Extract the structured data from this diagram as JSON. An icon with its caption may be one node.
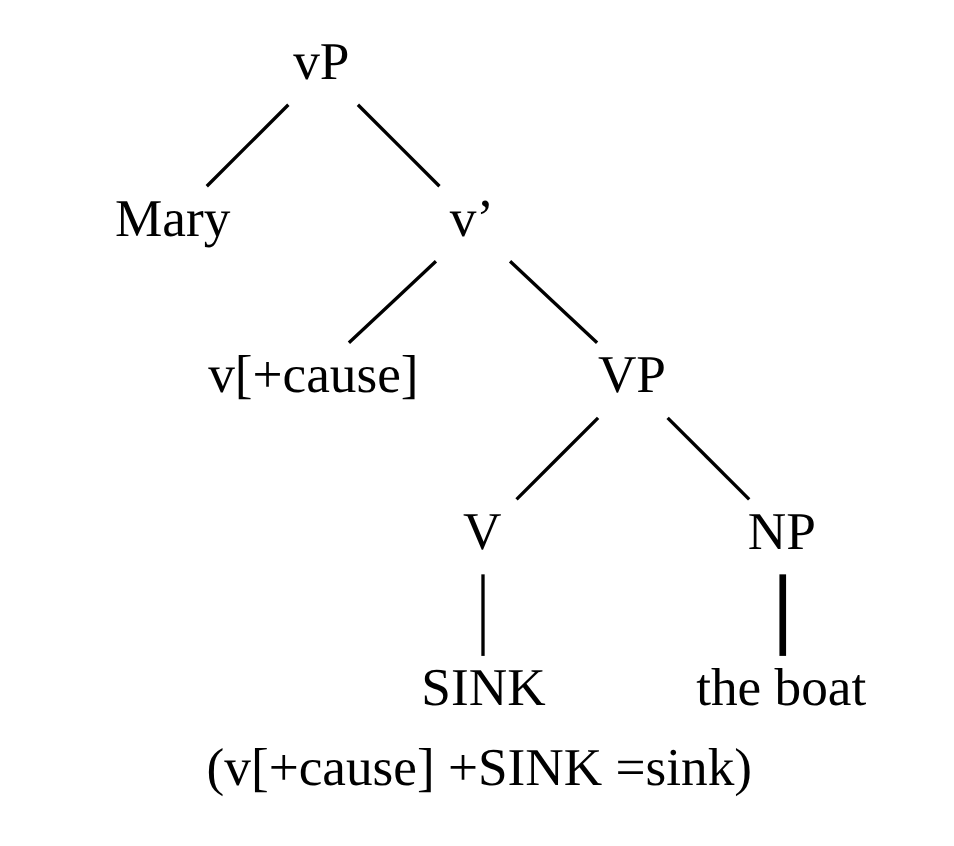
{
  "diagram": {
    "caption": "(v[+cause] +SINK =sink)",
    "nodes": [
      {
        "text": [
          "vP"
        ]
      },
      {
        "text": [
          "Mary"
        ]
      },
      {
        "text": [
          "v’"
        ]
      },
      {
        "text": [
          "v[+cause]"
        ]
      },
      {
        "text": [
          "VP"
        ]
      },
      {
        "text": [
          "V"
        ]
      },
      {
        "text": [
          "NP"
        ]
      },
      {
        "text": [
          "SINK"
        ]
      },
      {
        "text": [
          "the boat"
        ]
      }
    ],
    "edges": [
      {
        "from": 0,
        "to": 1,
        "arrow": "none"
      },
      {
        "from": 0,
        "to": 2,
        "arrow": "none"
      },
      {
        "from": 2,
        "to": 3,
        "arrow": "none"
      },
      {
        "from": 2,
        "to": 4,
        "arrow": "none"
      },
      {
        "from": 4,
        "to": 5,
        "arrow": "none"
      },
      {
        "from": 4,
        "to": 6,
        "arrow": "none"
      },
      {
        "from": 5,
        "to": 7,
        "arrow": "none"
      },
      {
        "from": 6,
        "to": 8,
        "arrow": "none",
        "style": "thick"
      }
    ]
  }
}
